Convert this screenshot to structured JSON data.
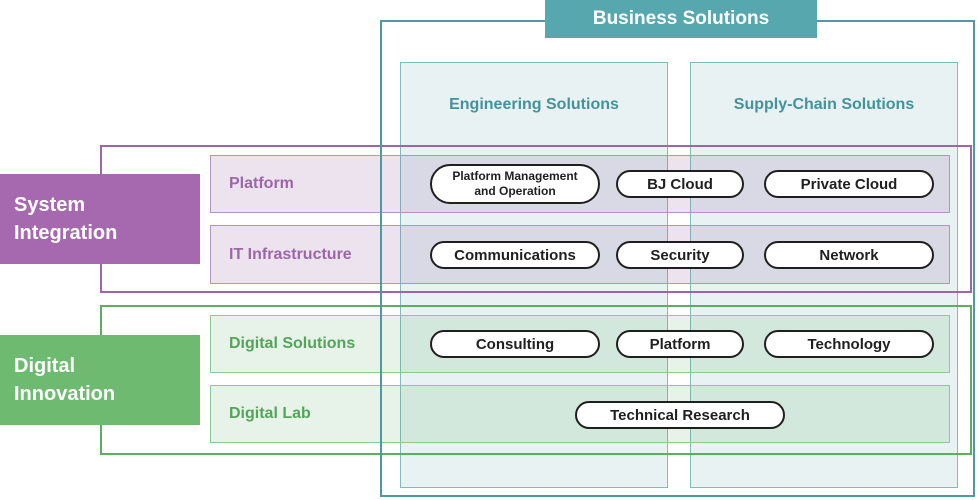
{
  "business_solutions": {
    "title": "Business Solutions",
    "columns": [
      {
        "label": "Engineering Solutions"
      },
      {
        "label": "Supply-Chain Solutions"
      }
    ]
  },
  "system_integration": {
    "label_line1": "System",
    "label_line2": "Integration",
    "rows": [
      {
        "label": "Platform",
        "pills": [
          "Platform Management and Operation",
          "BJ Cloud",
          "Private Cloud"
        ]
      },
      {
        "label": "IT Infrastructure",
        "pills": [
          "Communications",
          "Security",
          "Network"
        ]
      }
    ]
  },
  "digital_innovation": {
    "label_line1": "Digital",
    "label_line2": "Innovation",
    "rows": [
      {
        "label": "Digital Solutions",
        "pills": [
          "Consulting",
          "Platform",
          "Technology"
        ]
      },
      {
        "label": "Digital Lab",
        "pills": [
          "Technical Research"
        ]
      }
    ]
  },
  "colors": {
    "teal_header": "#57a7af",
    "teal_border": "#4d9aa3",
    "teal_column_fill": "#e8f2f3",
    "teal_text": "#44929c",
    "purple_label": "#a668ae",
    "purple_border": "#9c67a8",
    "purple_row_fill": "#ebe3f0",
    "green_label": "#6fba71",
    "green_border": "#5cae60",
    "green_row_fill": "#e9f4e9",
    "pill_border": "#1f1f1f",
    "pill_fill": "#ffffff"
  }
}
